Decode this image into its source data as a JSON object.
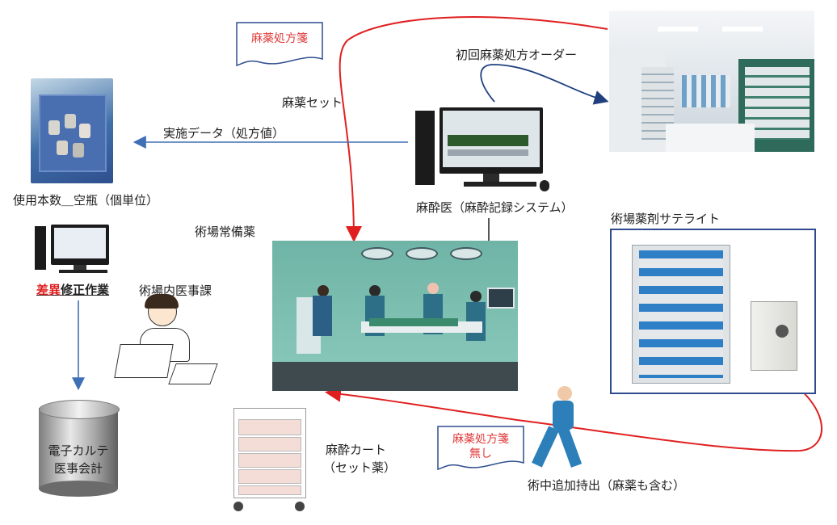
{
  "rx_doc_top": "麻薬処方箋",
  "first_order": "初回麻薬処方オーダー",
  "narcotics_set": "麻薬セット",
  "implementation_data": "実施データ（処方値）",
  "used_count": "使用本数＿空瓶（個単位）",
  "anesthesiologist": "麻酔医（麻酔記録システム）",
  "or_stock": "術場常備薬",
  "satellite": "術場薬剤サテライト",
  "diff_fix_a": "差異",
  "diff_fix_b": "修正作業",
  "or_admin": "術場内医事課",
  "ehr_line1": "電子カルテ",
  "ehr_line2": "医事会計",
  "cart_line1": "麻酔カート",
  "cart_line2": "（セット薬）",
  "no_rx_line1": "麻薬処方箋",
  "no_rx_line2": "無し",
  "extra_takeout": "術中追加持出（麻薬も含む）",
  "colors": {
    "red_flow": "#e02020",
    "blue_flow": "#3f6fb5",
    "dark_flow": "#1f3f7f",
    "accent_red": "#e02020"
  }
}
